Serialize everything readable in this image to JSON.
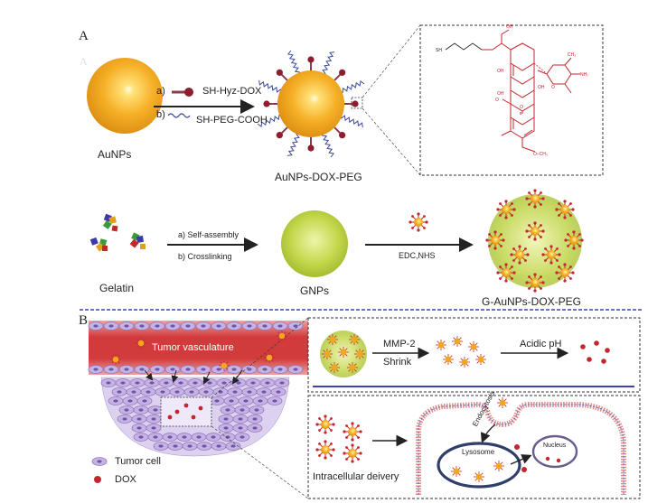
{
  "panel_a": {
    "letter": "A",
    "aunps_label": "AuNPs",
    "step_a": "a)",
    "step_a_reagent": "SH-Hyz-DOX",
    "step_b": "b)",
    "step_b_reagent": "SH-PEG-COOH",
    "product_label": "AuNPs-DOX-PEG",
    "structure_labels": {
      "sh": "SH",
      "oh_top": "OH",
      "oh_ring1": "OH",
      "oh_ring2": "OH",
      "oh_side": "OH",
      "ring_o1": "O",
      "ring_o2": "O",
      "ring_o3": "O",
      "ch3": "CH₃",
      "nh2": "NH₂",
      "och3": "O–CH₃"
    },
    "gelatin_label": "Gelatin",
    "self_assembly": "a) Self-assembly",
    "crosslinking": "b) Crosslinking",
    "gnps_label": "GNPs",
    "edc_nhs": "EDC,NHS",
    "final_label": "G-AuNPs-DOX-PEG"
  },
  "panel_b": {
    "letter": "B",
    "vasculature_label": "Tumor vasculature",
    "legend_tumor_cell": "Tumor cell",
    "legend_dox": "DOX",
    "mmp2": "MMP-2",
    "shrink": "Shrink",
    "acidic_ph": "Acidic pH",
    "endocytosis": "Endocytosis",
    "lysosome": "Lysosome",
    "nucleus": "Nucleus",
    "intracellular": "Intracellular deivery"
  },
  "colors": {
    "gold": "#f2a81e",
    "gnp_green": "#b9cf3c",
    "dox_red": "#c4262e",
    "peg_blue": "#3c4a9c",
    "vessel_red": "#d23b3b",
    "cell_purple": "#c6b3e3",
    "divider_blue": "#3b43b5"
  }
}
